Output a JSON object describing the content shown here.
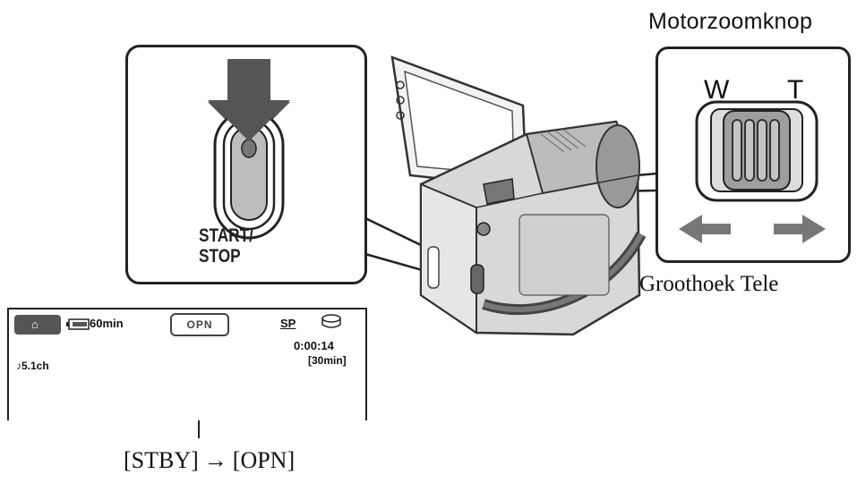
{
  "start_stop": {
    "line1": "START/",
    "line2": "STOP"
  },
  "zoom": {
    "title": "Motorzoomknop",
    "w_label": "W",
    "t_label": "T",
    "subtitle": "Groothoek Tele"
  },
  "lcd": {
    "home_icon": "home-icon",
    "battery_time": "60min",
    "status_badge": "OPN",
    "recording_mode": "SP",
    "counter": "0:00:14",
    "remaining": "[30min]",
    "audio": "♪5.1ch"
  },
  "state_change": {
    "from": "[STBY]",
    "arrow": "→",
    "to": "[OPN]"
  }
}
